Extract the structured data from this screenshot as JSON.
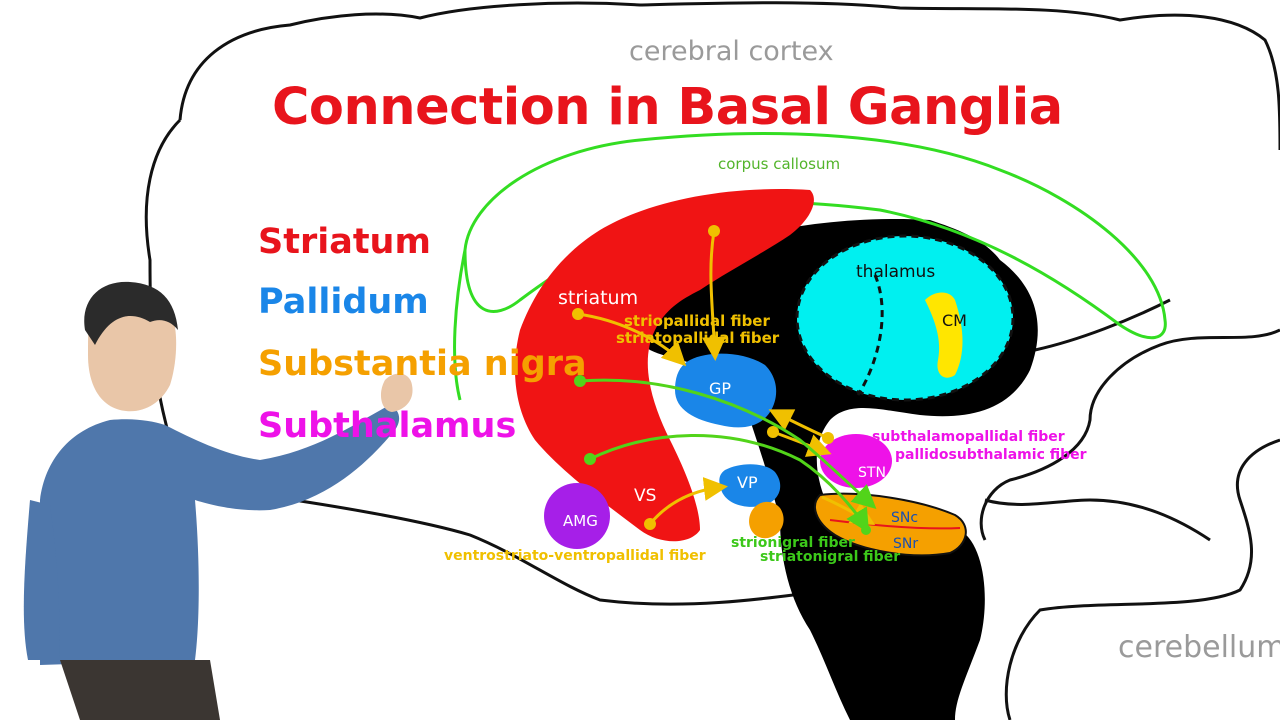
{
  "title": "Connection in Basal Ganglia",
  "legend": [
    {
      "label": "Striatum",
      "color": "#e8141c"
    },
    {
      "label": "Pallidum",
      "color": "#1a86e8"
    },
    {
      "label": "Substantia nigra",
      "color": "#f5a000"
    },
    {
      "label": "Subthalamus",
      "color": "#ee12e8"
    }
  ],
  "regions": {
    "cerebral_cortex": "cerebral cortex",
    "corpus_callosum": "corpus callosum",
    "thalamus": "thalamus",
    "cm": "CM",
    "striatum": "striatum",
    "gp": "GP",
    "vp": "VP",
    "vs": "VS",
    "amg": "AMG",
    "stn": "STN",
    "snc": "SNc",
    "snr": "SNr",
    "cerebellum": "cerebellum"
  },
  "fibers": {
    "striopallidal": "striopallidal fiber",
    "striatopallidal": "striatopallidal fiber",
    "subthalamopallidal": "subthalamopallidal fiber",
    "pallidosubthalamic": "pallidosubthalamic fiber",
    "strionigral": "strionigral fiber",
    "striatonigral": "striatonigral fiber",
    "ventrostriato_ventropallidal": "ventrostriato-ventropallidal fiber"
  },
  "colors": {
    "striatum": "#f01414",
    "pallidum": "#1a86e8",
    "thalamus": "#00f0f0",
    "cm": "#ffe600",
    "nigra": "#f5a000",
    "subthalamus": "#ee12e8",
    "amygdala": "#a61fe8",
    "fiber_yellow": "#f0c000",
    "fiber_green": "#52d41a",
    "corpus_callosum": "#33dd22"
  }
}
